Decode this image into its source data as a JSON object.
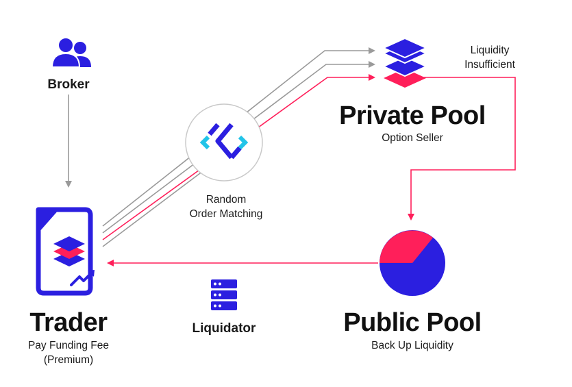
{
  "colors": {
    "primary": "#2b1fe0",
    "accent": "#ff1f5a",
    "gray_arrow": "#9a9a9a",
    "cyan": "#22c4e8"
  },
  "nodes": {
    "broker": {
      "label": "Broker",
      "icon": "users-icon"
    },
    "trader": {
      "title": "Trader",
      "line1": "Pay Funding Fee",
      "line2": "(Premium)",
      "icon": "document-layers-icon"
    },
    "matching": {
      "line1": "Random",
      "line2": "Order Matching",
      "icon": "logo-icon"
    },
    "private_pool": {
      "title": "Private Pool",
      "subtitle": "Option Seller",
      "icon": "layers-stack-icon"
    },
    "public_pool": {
      "title": "Public Pool",
      "subtitle": "Back Up Liquidity",
      "icon": "pie-chart-icon"
    },
    "liquidator": {
      "label": "Liquidator",
      "icon": "server-icon"
    },
    "liquidity_note": {
      "line1": "Liquidity",
      "line2": "Insufficient"
    }
  }
}
